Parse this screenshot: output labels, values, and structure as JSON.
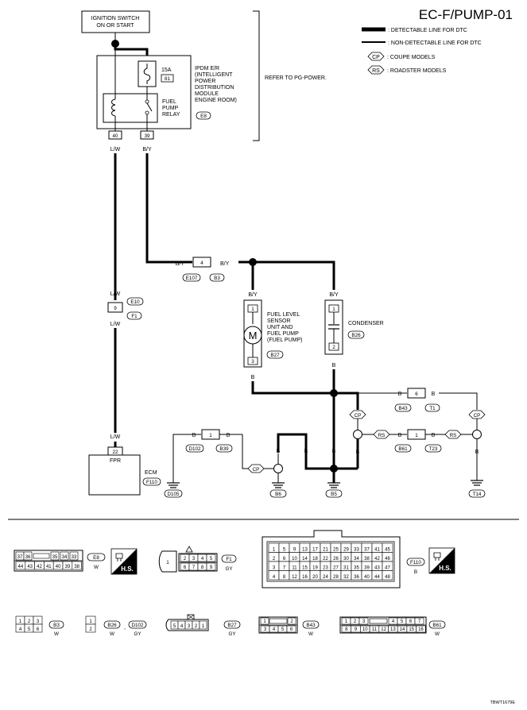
{
  "title": "EC-F/PUMP-01",
  "legend": {
    "detectable": ": DETECTABLE LINE FOR DTC",
    "non_detectable": ": NON-DETECTABLE LINE FOR DTC",
    "cp_code": "CP",
    "cp_label": ": COUPE MODELS",
    "rs_code": "RS",
    "rs_label": ": ROADSTER MODELS"
  },
  "ignition": {
    "line1": "IGNITION SWITCH",
    "line2": "ON OR START"
  },
  "refer": "REFER TO PG-POWER.",
  "ipdm": {
    "lines": [
      "IPDM E/R",
      "(INTELLIGENT",
      "POWER",
      "DISTRIBUTION",
      "MODULE",
      "ENGINE ROOM)"
    ],
    "connector": "E8",
    "fuse_rating": "15A",
    "fuse_number": "81",
    "relay_lines": [
      "FUEL",
      "PUMP",
      "RELAY"
    ],
    "pin_left": "40",
    "pin_right": "39"
  },
  "wires": {
    "lw": "L/W",
    "by": "B/Y",
    "b": "B"
  },
  "connectors": {
    "e107": "E107",
    "b3": "B3",
    "pin4": "4",
    "e10": "E10",
    "f1": "F1",
    "pin9": "9",
    "b27": "B27",
    "b26": "B26",
    "p1": "1",
    "p2": "2",
    "p3": "3",
    "p6": "6",
    "b43": "B43",
    "t1": "T1",
    "b61": "B61",
    "t23": "T23",
    "d102": "D102",
    "b39": "B39"
  },
  "grounds": {
    "d105": "D105",
    "b6": "B6",
    "b5": "B5",
    "t14": "T14"
  },
  "fuel_pump": {
    "lines": [
      "FUEL LEVEL",
      "SENSOR",
      "UNIT AND",
      "FUEL PUMP",
      "(FUEL PUMP)"
    ],
    "motor": "M"
  },
  "condenser": {
    "label": "CONDENSER"
  },
  "ecm": {
    "label": "ECM",
    "pin": "22",
    "pin_name": "FPR",
    "connector": "F110"
  },
  "hs_label": "H.S.",
  "bottom_connectors": {
    "e8_top": [
      "37",
      "36",
      "35",
      "34",
      "33"
    ],
    "e8_bottom": [
      "44",
      "43",
      "42",
      "41",
      "40",
      "39",
      "38"
    ],
    "e8_name": "E8",
    "e8_color": "W",
    "f1_left": "1",
    "f1_top": [
      "2",
      "3",
      "4",
      "5"
    ],
    "f1_bottom": [
      "6",
      "7",
      "8",
      "9"
    ],
    "f1_name": "F1",
    "f1_color": "GY",
    "f110_rows": [
      [
        "1",
        "5",
        "9",
        "13",
        "17",
        "21",
        "25",
        "29",
        "33",
        "37",
        "41",
        "45"
      ],
      [
        "2",
        "6",
        "10",
        "14",
        "18",
        "22",
        "26",
        "30",
        "34",
        "38",
        "42",
        "46"
      ],
      [
        "3",
        "7",
        "11",
        "15",
        "19",
        "23",
        "27",
        "31",
        "35",
        "39",
        "43",
        "47"
      ],
      [
        "4",
        "8",
        "12",
        "16",
        "20",
        "24",
        "28",
        "32",
        "36",
        "40",
        "44",
        "48"
      ]
    ],
    "f110_name": "F110",
    "f110_color": "B",
    "b3_top": [
      "1",
      "2",
      "3"
    ],
    "b3_bottom": [
      "4",
      "5",
      "6"
    ],
    "b3_name": "B3",
    "b3_color": "W",
    "b26_pins": [
      "1",
      "2"
    ],
    "b26_name": "B26",
    "b26_color": "W",
    "sep": ",",
    "d102_name": "D102",
    "d102_color": "GY",
    "b27_pins": [
      "5",
      "4",
      "3",
      "2",
      "1"
    ],
    "b27_name": "B27",
    "b27_color": "GY",
    "b43_top": [
      "1",
      "2"
    ],
    "b43_bottom": [
      "3",
      "4",
      "5",
      "6"
    ],
    "b43_name": "B43",
    "b43_color": "W",
    "b61_top": [
      "1",
      "2",
      "3",
      "4",
      "5",
      "6",
      "7"
    ],
    "b61_bottom": [
      "8",
      "9",
      "10",
      "11",
      "12",
      "13",
      "14",
      "15",
      "16"
    ],
    "b61_name": "B61",
    "b61_color": "W"
  },
  "ref_code": "TBWT1679E"
}
